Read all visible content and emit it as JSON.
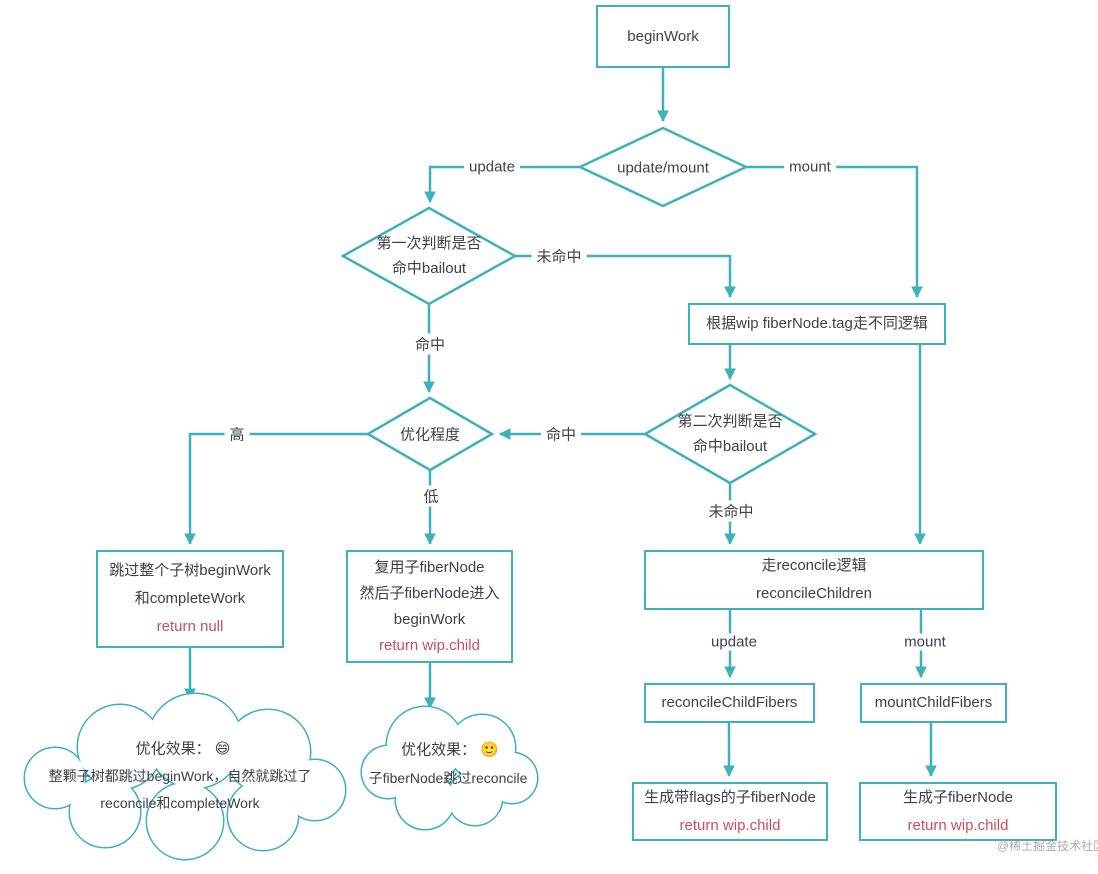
{
  "colors": {
    "line": "#3eb1bb",
    "text": "#3d4245",
    "return_red": "#c9505b"
  },
  "nodes": {
    "begin_work": "beginWork",
    "update_mount": "update/mount",
    "first_bailout_l1": "第一次判断是否",
    "first_bailout_l2": "命中bailout",
    "tag_logic": "根据wip fiberNode.tag走不同逻辑",
    "second_bailout_l1": "第二次判断是否",
    "second_bailout_l2": "命中bailout",
    "opt_level": "优化程度",
    "skip_l1": "跳过整个子树beginWork",
    "skip_l2": "和completeWork",
    "skip_return": "return null",
    "reuse_l1": "复用子fiberNode",
    "reuse_l2": "然后子fiberNode进入",
    "reuse_l3": "beginWork",
    "reuse_return": "return wip.child",
    "reconcile_l1": "走reconcile逻辑",
    "reconcile_l2": "reconcileChildren",
    "reconcile_child_fibers": "reconcileChildFibers",
    "mount_child_fibers": "mountChildFibers",
    "gen_flags_l1": "生成带flags的子fiberNode",
    "gen_flags_return": "return wip.child",
    "gen_child_l1": "生成子fiberNode",
    "gen_child_return": "return wip.child",
    "cloud_left_l1": "优化效果： 😄",
    "cloud_left_l2": "整颗子树都跳过beginWork，自然就跳过了",
    "cloud_left_l3": "reconcile和completeWork",
    "cloud_right_l1": "优化效果： 🙂",
    "cloud_right_l2": "子fiberNode跳过reconcile"
  },
  "edge_labels": {
    "update_1": "update",
    "mount_1": "mount",
    "miss_1": "未命中",
    "hit_1": "命中",
    "hit_2": "命中",
    "miss_2": "未命中",
    "high": "高",
    "low": "低",
    "update_2": "update",
    "mount_2": "mount"
  },
  "watermark": "@稀土掘金技术社区"
}
